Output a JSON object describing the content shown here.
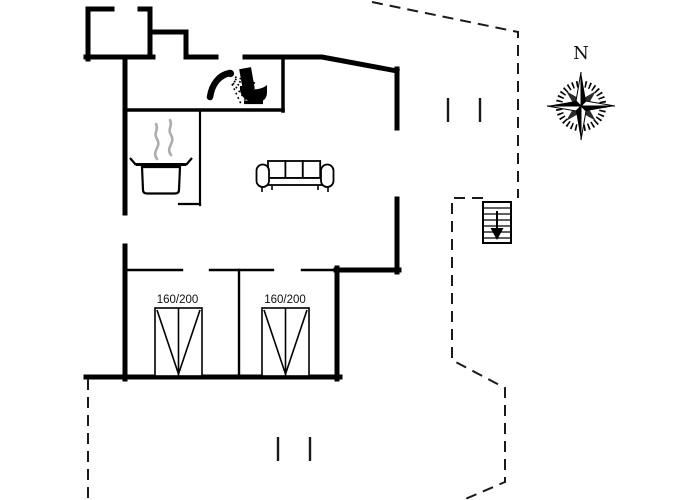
{
  "plan": {
    "type": "holiday-home-floor-plan",
    "background": "#ffffff",
    "wall_color": "#000000",
    "steam_color": "#adadad",
    "compass": {
      "label": "N"
    },
    "beds": [
      {
        "label": "160/200"
      },
      {
        "label": "160/200"
      }
    ],
    "icons": [
      "shower-icon",
      "toilet-icon",
      "cooking-pot-icon",
      "sofa-icon",
      "stairs-down-icon",
      "compass-rose-icon"
    ]
  }
}
